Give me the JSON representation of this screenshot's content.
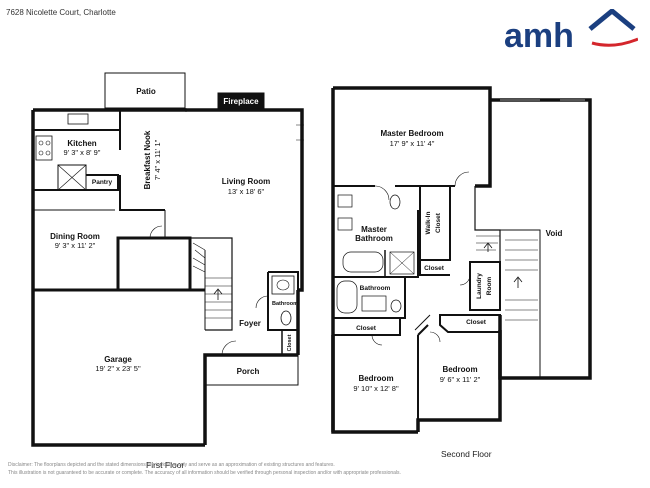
{
  "header": {
    "address": "7628 Nicolette Court, Charlotte"
  },
  "brand": {
    "name": "amh",
    "primary_color": "#1b3f80",
    "accent_color": "#d4262c"
  },
  "floors": [
    {
      "label": "First Floor",
      "rooms": {
        "patio": {
          "name": "Patio"
        },
        "fireplace": {
          "name": "Fireplace"
        },
        "kitchen": {
          "name": "Kitchen",
          "dims": "9' 3\" x 8' 9\""
        },
        "pantry": {
          "name": "Pantry"
        },
        "breakfast_nook": {
          "name": "Breakfast Nook",
          "dims": "7' 4\" x 11' 1\""
        },
        "living_room": {
          "name": "Living Room",
          "dims": "13' x 18' 6\""
        },
        "dining_room": {
          "name": "Dining Room",
          "dims": "9' 3\" x 11' 2\""
        },
        "bathroom": {
          "name": "Bathroom"
        },
        "closet": {
          "name": "Closet"
        },
        "foyer": {
          "name": "Foyer"
        },
        "garage": {
          "name": "Garage",
          "dims": "19' 2\" x 23' 5\""
        },
        "porch": {
          "name": "Porch"
        }
      }
    },
    {
      "label": "Second Floor",
      "rooms": {
        "master_bedroom": {
          "name": "Master Bedroom",
          "dims": "17' 9\" x 11' 4\""
        },
        "master_bathroom_line1": {
          "name": "Master"
        },
        "master_bathroom_line2": {
          "name": "Bathroom"
        },
        "walk_in_line1": {
          "name": "Walk-In"
        },
        "walk_in_line2": {
          "name": "Closet"
        },
        "closet_a": {
          "name": "Closet"
        },
        "void": {
          "name": "Void"
        },
        "bathroom": {
          "name": "Bathroom"
        },
        "laundry_line1": {
          "name": "Laundry"
        },
        "laundry_line2": {
          "name": "Room"
        },
        "closet_b": {
          "name": "Closet"
        },
        "closet_c": {
          "name": "Closet"
        },
        "bedroom_1": {
          "name": "Bedroom",
          "dims": "9' 10\" x 12' 8\""
        },
        "bedroom_2": {
          "name": "Bedroom",
          "dims": "9' 6\" x 11' 2\""
        }
      }
    }
  ],
  "disclaimer": {
    "line1": "Disclaimer: The floorplans depicted and the stated dimensions are indicative only and serve as an approximation of existing structures and features.",
    "line2": "This illustration is not guaranteed to be accurate or complete. The accuracy of all information should be verified through personal inspection and/or with appropriate professionals."
  }
}
